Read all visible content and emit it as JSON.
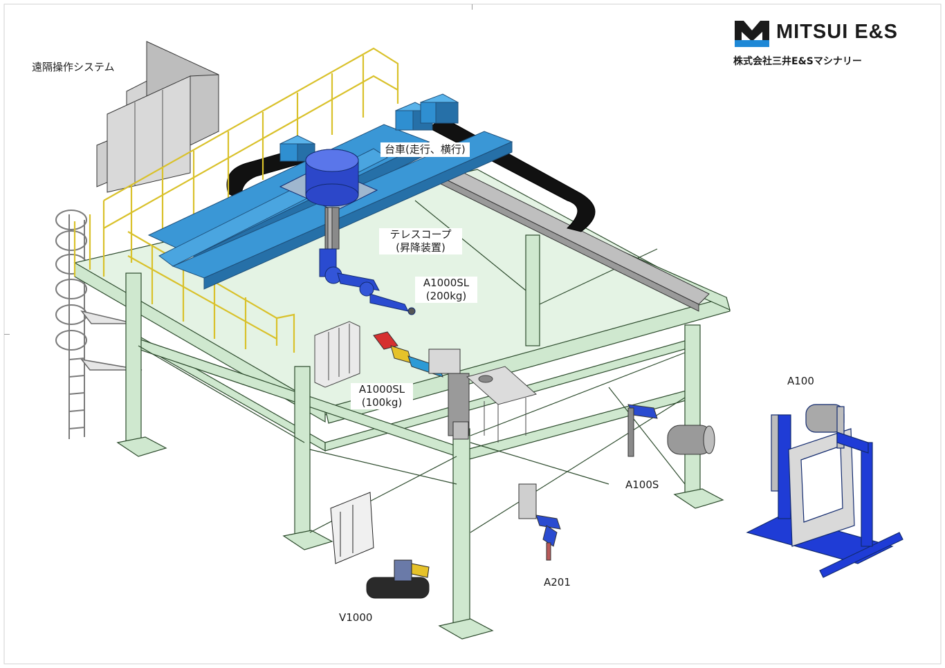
{
  "brand": {
    "company": "MITSUI E&S",
    "subsidiary": "株式会社三井E&Sマシナリー",
    "colors": {
      "mark_dark": "#1a1a1a",
      "mark_blue": "#1e88d6"
    }
  },
  "labels": {
    "remote_system": "遠隔操作システム",
    "carriage": "台車(走行、横行)",
    "telescope_1": "テレスコープ",
    "telescope_2": "(昇降装置)",
    "a1000sl_upper_1": "A1000SL",
    "a1000sl_upper_2": "(200kg)",
    "a1000sl_lower_1": "A1000SL",
    "a1000sl_lower_2": "(100kg)",
    "a100": "A100",
    "a100s": "A100S",
    "a201": "A201",
    "v1000": "V1000"
  },
  "colors": {
    "frame_fill": "#cfe8cf",
    "frame_stroke": "#2c4a2c",
    "rail_blue": "#2f8fd1",
    "carriage_blue": "#2a7fc9",
    "robot_blue": "#1f3fb0",
    "a100_blue": "#1f3cd6",
    "handrail_yellow": "#e8d23a",
    "cable_black": "#111111",
    "panel_grey": "#c9c9c9",
    "ladder_grey": "#8a8a8a"
  }
}
